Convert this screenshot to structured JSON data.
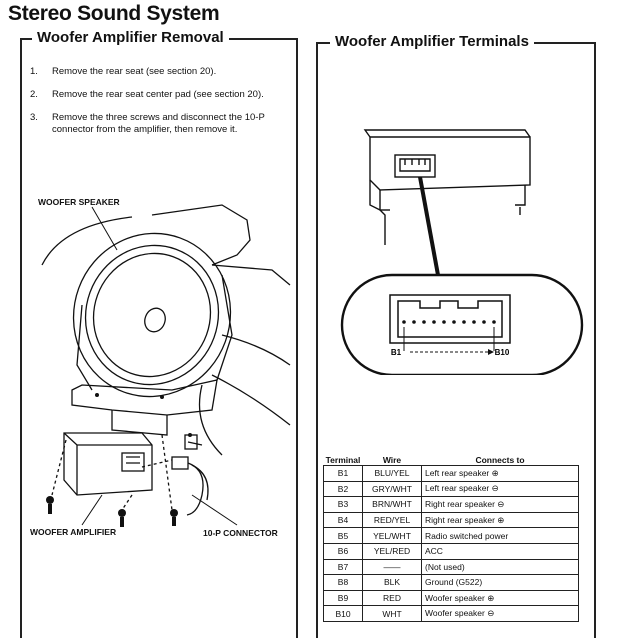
{
  "page": {
    "title": "Stereo Sound System"
  },
  "left": {
    "heading": "Woofer Amplifier Removal",
    "steps": [
      {
        "num": "1.",
        "text": "Remove the rear seat (see section 20)."
      },
      {
        "num": "2.",
        "text": "Remove the rear seat center pad (see section 20)."
      },
      {
        "num": "3.",
        "text": "Remove the three screws and disconnect the 10-P connector from the amplifier, then remove it."
      }
    ],
    "labels": {
      "speaker": "WOOFER SPEAKER",
      "amplifier": "WOOFER AMPLIFIER",
      "connector": "10-P CONNECTOR"
    }
  },
  "right": {
    "heading": "Woofer Amplifier Terminals",
    "pin_start": "B1",
    "pin_end": "B10",
    "table": {
      "headers": [
        "Terminal",
        "Wire",
        "Connects to"
      ],
      "rows": [
        {
          "terminal": "B1",
          "wire": "BLU/YEL",
          "connects": "Left rear speaker ⊕"
        },
        {
          "terminal": "B2",
          "wire": "GRY/WHT",
          "connects": "Left rear speaker ⊖"
        },
        {
          "terminal": "B3",
          "wire": "BRN/WHT",
          "connects": "Right rear speaker ⊖"
        },
        {
          "terminal": "B4",
          "wire": "RED/YEL",
          "connects": "Right rear speaker ⊕"
        },
        {
          "terminal": "B5",
          "wire": "YEL/WHT",
          "connects": "Radio switched power"
        },
        {
          "terminal": "B6",
          "wire": "YEL/RED",
          "connects": "ACC"
        },
        {
          "terminal": "B7",
          "wire": "——",
          "connects": "(Not used)"
        },
        {
          "terminal": "B8",
          "wire": "BLK",
          "connects": "Ground (G522)"
        },
        {
          "terminal": "B9",
          "wire": "RED",
          "connects": "Woofer speaker ⊕"
        },
        {
          "terminal": "B10",
          "wire": "WHT",
          "connects": "Woofer speaker ⊖"
        }
      ]
    }
  }
}
